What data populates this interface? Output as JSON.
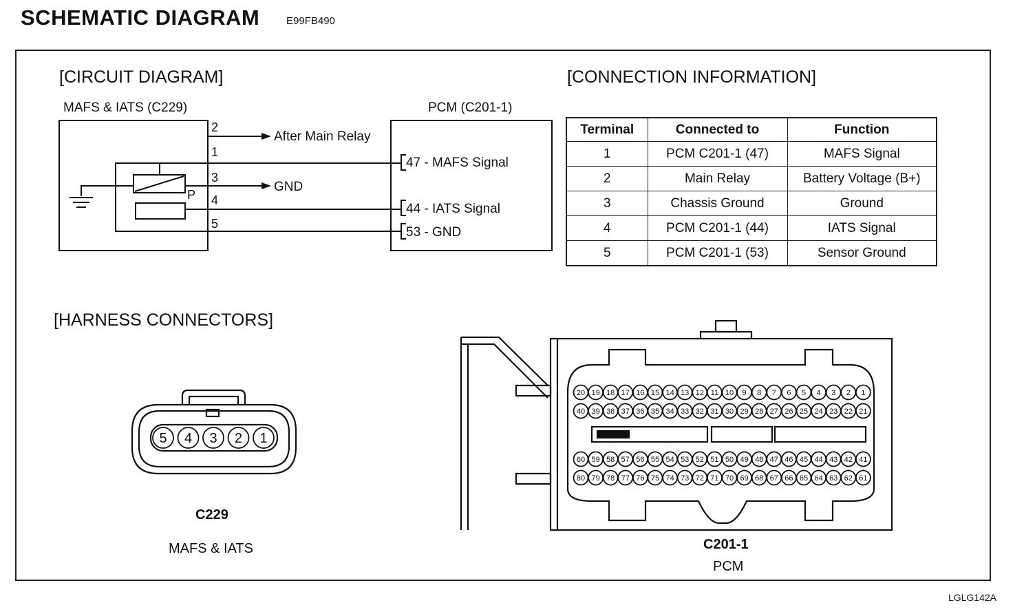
{
  "header": {
    "title": "SCHEMATIC DIAGRAM",
    "code": "E99FB490"
  },
  "circuit": {
    "section_title": "[CIRCUIT DIAGRAM]",
    "sensor_label": "MAFS & IATS (C229)",
    "pcm_label": "PCM (C201-1)",
    "sensor_pins": [
      "2",
      "1",
      "3",
      "4",
      "5"
    ],
    "element_label": "P",
    "after_relay": "After Main Relay",
    "gnd": "GND",
    "pcm_pins": [
      "47 - MAFS Signal",
      "44 - IATS Signal",
      "53 - GND"
    ]
  },
  "connection": {
    "section_title": "[CONNECTION INFORMATION]",
    "headers": [
      "Terminal",
      "Connected to",
      "Function"
    ],
    "rows": [
      [
        "1",
        "PCM C201-1 (47)",
        "MAFS Signal"
      ],
      [
        "2",
        "Main Relay",
        "Battery Voltage (B+)"
      ],
      [
        "3",
        "Chassis Ground",
        "Ground"
      ],
      [
        "4",
        "PCM C201-1 (44)",
        "IATS Signal"
      ],
      [
        "5",
        "PCM C201-1 (53)",
        "Sensor Ground"
      ]
    ]
  },
  "harness": {
    "section_title": "[HARNESS CONNECTORS]",
    "c229": {
      "pins": [
        "5",
        "4",
        "3",
        "2",
        "1"
      ],
      "name": "C229",
      "desc": "MAFS & IATS"
    },
    "c201": {
      "rows": [
        [
          "20",
          "19",
          "18",
          "17",
          "16",
          "15",
          "14",
          "13",
          "12",
          "11",
          "10",
          "9",
          "8",
          "7",
          "6",
          "5",
          "4",
          "3",
          "2",
          "1"
        ],
        [
          "40",
          "39",
          "38",
          "37",
          "36",
          "35",
          "34",
          "33",
          "32",
          "31",
          "30",
          "29",
          "28",
          "27",
          "26",
          "25",
          "24",
          "23",
          "22",
          "21"
        ],
        [
          "60",
          "59",
          "58",
          "57",
          "56",
          "55",
          "54",
          "53",
          "52",
          "51",
          "50",
          "49",
          "48",
          "47",
          "46",
          "45",
          "44",
          "43",
          "42",
          "41"
        ],
        [
          "80",
          "79",
          "78",
          "77",
          "76",
          "75",
          "74",
          "73",
          "72",
          "71",
          "70",
          "69",
          "68",
          "67",
          "66",
          "65",
          "64",
          "63",
          "62",
          "61"
        ]
      ],
      "name": "C201-1",
      "desc": "PCM"
    }
  },
  "footer": {
    "ref": "LGLG142A"
  }
}
